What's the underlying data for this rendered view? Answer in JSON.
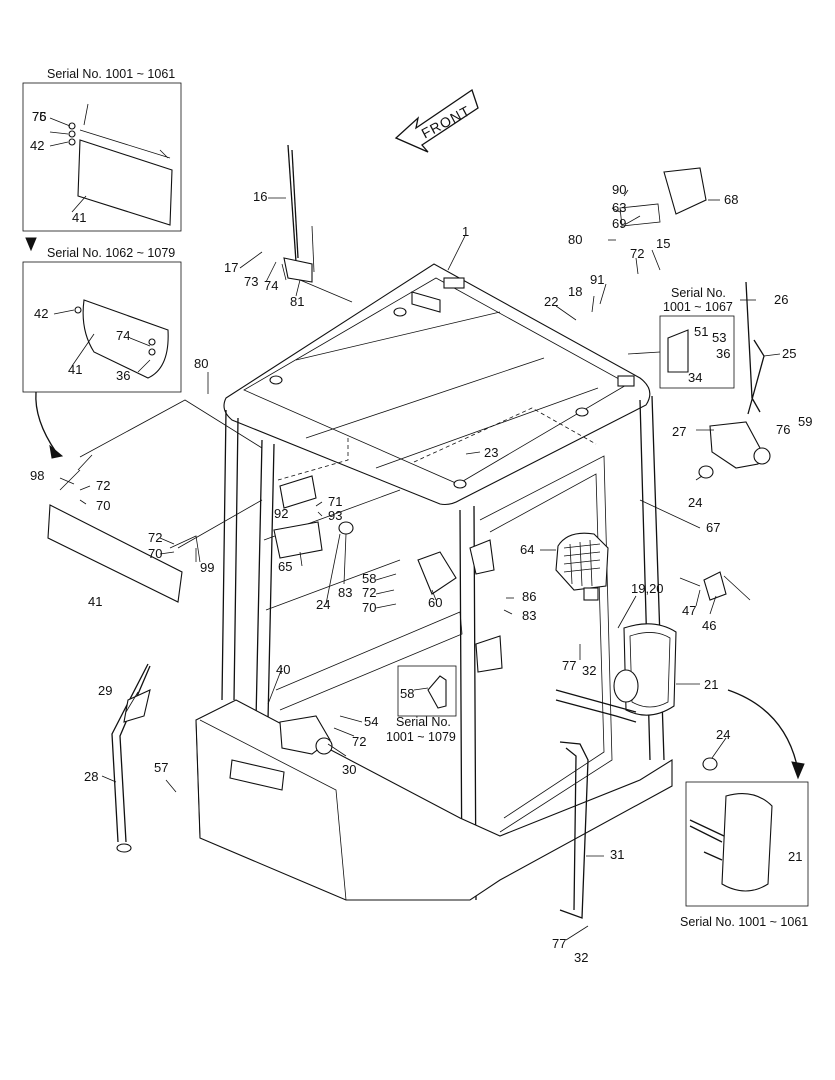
{
  "front_arrow": "FRONT",
  "captions": {
    "box_a": "Serial No. 1001 ~ 1061",
    "box_b": "Serial No. 1062 ~ 1079",
    "box_c_line1": "Serial No.",
    "box_c_line2": "1001 ~ 1067",
    "box_d_line1": "Serial No.",
    "box_d_line2": "1001 ~ 1079",
    "box_e": "Serial No. 1001 ~ 1061"
  },
  "labels": {
    "l1": "1",
    "l15": "15",
    "l16": "16",
    "l17": "17",
    "l18": "18",
    "l1920": "19,20",
    "l21a": "21",
    "l21b": "21",
    "l22": "22",
    "l23": "23",
    "l24a": "24",
    "l24b": "24",
    "l24c": "24",
    "l25": "25",
    "l26": "26",
    "l27": "27",
    "l28": "28",
    "l29": "29",
    "l30": "30",
    "l31": "31",
    "l32a": "32",
    "l32b": "32",
    "l34": "34",
    "l36a": "36",
    "l36b": "36",
    "l40": "40",
    "l41a": "41",
    "l41b": "41",
    "l41c": "41",
    "l42a": "42",
    "l42b": "42",
    "l46": "46",
    "l47": "47",
    "l51": "51",
    "l53": "53",
    "l54": "54",
    "l57": "57",
    "l58a": "58",
    "l58b": "58",
    "l59": "59",
    "l60": "60",
    "l63": "63",
    "l64": "64",
    "l65": "65",
    "l67": "67",
    "l68": "68",
    "l69": "69",
    "l70a": "70",
    "l70b": "70",
    "l70c": "70",
    "l71": "71",
    "l72a": "72",
    "l72b": "72",
    "l72c": "72",
    "l72d": "72",
    "l72e": "72",
    "l73": "73",
    "l74a": "74",
    "l74b": "74",
    "l75": "75",
    "l76a": "76",
    "l76b": "76",
    "l77a": "77",
    "l77b": "77",
    "l80a": "80",
    "l80b": "80",
    "l81": "81",
    "l83a": "83",
    "l83b": "83",
    "l86": "86",
    "l90": "90",
    "l91": "91",
    "l92": "92",
    "l93": "93",
    "l98": "98",
    "l99": "99"
  }
}
